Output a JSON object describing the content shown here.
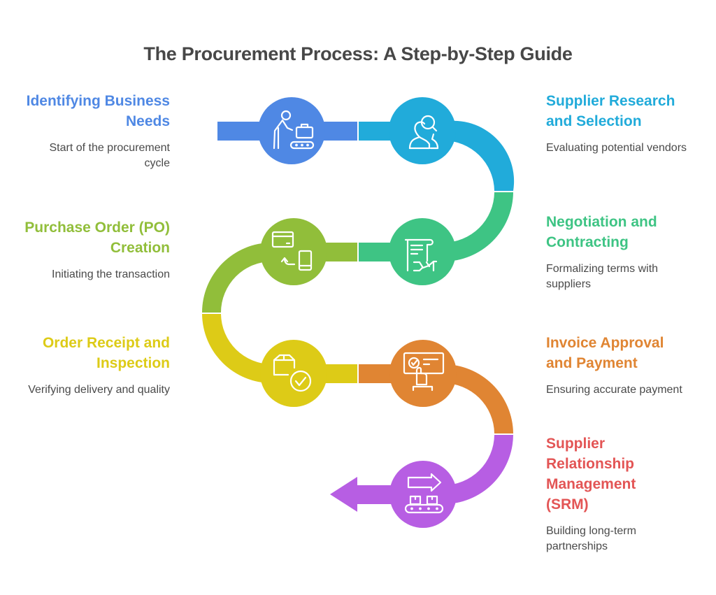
{
  "title": "The Procurement Process: A Step-by-Step Guide",
  "steps": [
    {
      "title": "Identifying Business Needs",
      "description": "Start of the procurement cycle",
      "color": "#4F88E4",
      "icon": "person-baggage-conveyor-icon",
      "side": "left"
    },
    {
      "title": "Supplier Research and Selection",
      "description": "Evaluating potential vendors",
      "color": "#21ABDA",
      "icon": "people-search-icon",
      "side": "right"
    },
    {
      "title": "Negotiation and Contracting",
      "description": "Formalizing terms with suppliers",
      "color": "#3EC484",
      "icon": "contract-handshake-icon",
      "side": "right"
    },
    {
      "title": "Purchase Order (PO) Creation",
      "description": "Initiating the transaction",
      "color": "#91BE3A",
      "icon": "card-to-phone-icon",
      "side": "left"
    },
    {
      "title": "Order Receipt and Inspection",
      "description": "Verifying delivery and quality",
      "color": "#DDCB17",
      "icon": "package-check-icon",
      "side": "left"
    },
    {
      "title": "Invoice Approval and Payment",
      "description": "Ensuring accurate payment",
      "color": "#E08533",
      "icon": "invoice-approve-icon",
      "side": "right"
    },
    {
      "title": "Supplier Relationship Management (SRM)",
      "description": "Building long-term partnerships",
      "color": "#B75EE3",
      "icon": "conveyor-shipping-icon",
      "side": "right"
    }
  ],
  "title_colors": [
    "#4F88E4",
    "#21ABDA",
    "#3EC484",
    "#91BE3A",
    "#DDCB17",
    "#E08533",
    "#E35555"
  ]
}
